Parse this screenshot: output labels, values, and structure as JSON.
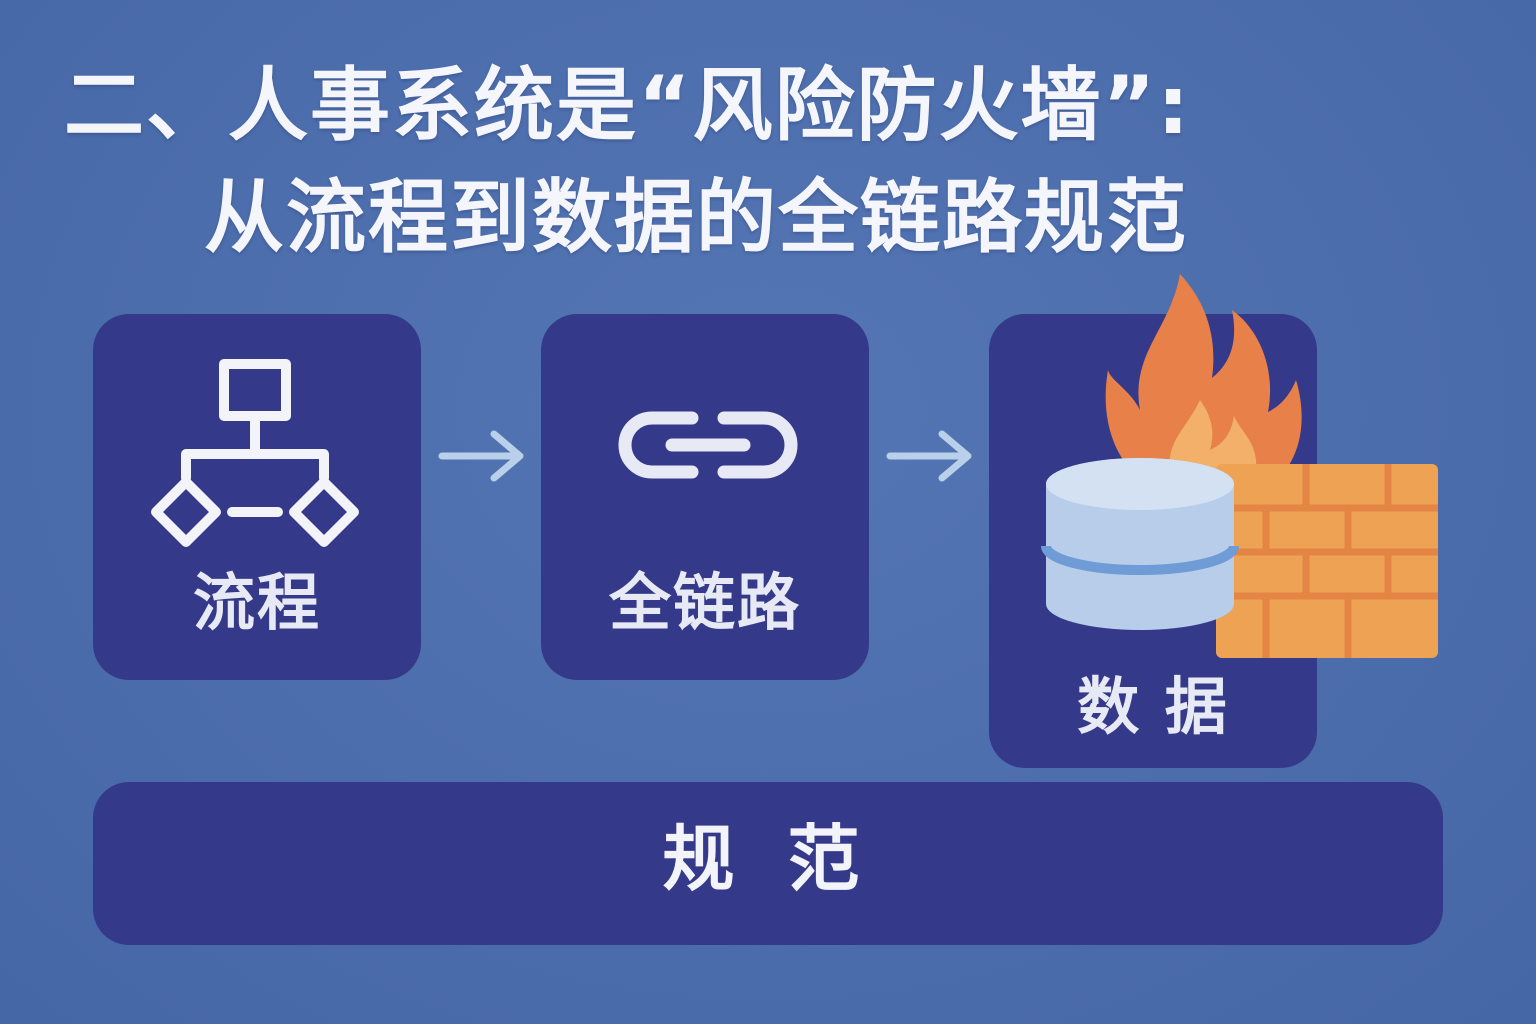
{
  "title": {
    "line1": "二、人事系统是“风险防火墙”:",
    "line2": "从流程到数据的全链路规范"
  },
  "cards": {
    "process": {
      "label": "流程",
      "icon": "flowchart-icon"
    },
    "chain": {
      "label": "全链路",
      "icon": "link-icon"
    },
    "data": {
      "label": "数 据",
      "icon": "database-icon"
    }
  },
  "footer": {
    "label": "规 范"
  },
  "decorations": {
    "fire_icon": "fire-icon",
    "wall_icon": "brick-wall-icon",
    "arrow_icon": "arrow-right-icon"
  },
  "colors": {
    "background": "#4a6db0",
    "card": "#35398a",
    "text": "#f2f4fa",
    "arrow": "#b9d0ea",
    "fire_outer": "#e8804a",
    "fire_inner": "#f3b06a",
    "wall": "#eda254",
    "wall_mortar": "#e48546",
    "database": "#b7cdea",
    "database_band": "#6f9cd6"
  }
}
